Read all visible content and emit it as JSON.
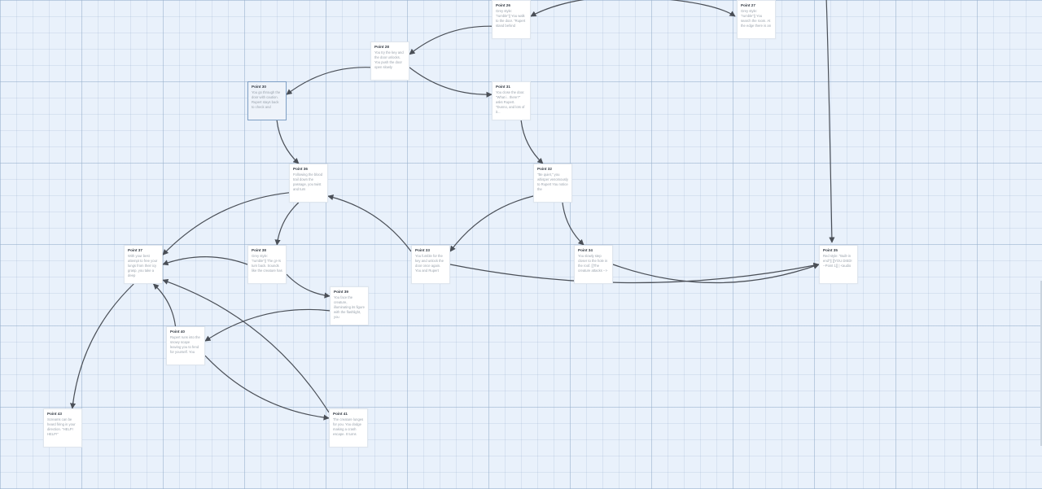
{
  "nodes": [
    {
      "id": "p26",
      "title": "Point 26",
      "text": "Grey style: \"rumble\"|| You walk to the door. \"Rupert stand behind"
    },
    {
      "id": "p27",
      "title": "Point 27",
      "text": "Grey style: \"rumble\"|| You search the room. At the edge there is an"
    },
    {
      "id": "p28",
      "title": "Point 28",
      "text": "You try the key and the door unlocks. You push the door open slowly"
    },
    {
      "id": "p30",
      "title": "Point 30",
      "text": "You go through the door with caution. Rupert stays back to check and"
    },
    {
      "id": "p31",
      "title": "Point 31",
      "text": "You close the door. \"What i.. there?\" asks Rupert. \"Dunno, and lots of it..."
    },
    {
      "id": "p32",
      "title": "Point 32",
      "text": "\"Be quiet,\" you whisper venomously to Rupert You notice the"
    },
    {
      "id": "p36",
      "title": "Point 36",
      "text": "Following the blood trail down the passage, you twist and turn"
    },
    {
      "id": "p37",
      "title": "Point 37",
      "text": "With your best attempt to free your lungs from their icy grasp, you take a deep"
    },
    {
      "id": "p38",
      "title": "Point 38",
      "text": "Grey style: \"rumble\"|| The gr-rs turn back. Sounds like the creature has"
    },
    {
      "id": "p33",
      "title": "Point 33",
      "text": "You fumble for the key and unlock the door once again. You and Rupert"
    },
    {
      "id": "p34",
      "title": "Point 34",
      "text": "You slowly step closer to the hole in the roof. [[The creature attacks -->"
    },
    {
      "id": "p35",
      "title": "Point 35",
      "text": "Red style: \"Built-in end\"|| [[YOU DIED! --Point 1]] | <audio"
    },
    {
      "id": "p39",
      "title": "Point 39",
      "text": "You face the creature, illuminating its figure with the flashlight, you"
    },
    {
      "id": "p40",
      "title": "Point 40",
      "text": "Rupert runs into the snowy scape leaving you to fend for yourself. You"
    },
    {
      "id": "p41",
      "title": "Point 41",
      "text": "The creature lunges for you. You dodge making a crash escape. It turns"
    },
    {
      "id": "p43",
      "title": "Point 43",
      "text": "Screams can be heard firing in your direction. \"HELP! HELP!\""
    }
  ],
  "edges": [
    {
      "from": "p26",
      "to": "p28"
    },
    {
      "from": "p28",
      "to": "p30"
    },
    {
      "from": "p28",
      "to": "p31"
    },
    {
      "from": "p30",
      "to": "p36"
    },
    {
      "from": "p31",
      "to": "p32"
    },
    {
      "from": "p36",
      "to": "p37"
    },
    {
      "from": "p36",
      "to": "p38"
    },
    {
      "from": "p32",
      "to": "p33"
    },
    {
      "from": "p32",
      "to": "p34"
    },
    {
      "from": "p33",
      "to": "p36"
    },
    {
      "from": "p33",
      "to": "p35"
    },
    {
      "from": "p34",
      "to": "p35"
    },
    {
      "from": "p38",
      "to": "p37"
    },
    {
      "from": "p38",
      "to": "p39"
    },
    {
      "from": "p39",
      "to": "p40"
    },
    {
      "from": "p40",
      "to": "p37"
    },
    {
      "from": "p40",
      "to": "p41"
    },
    {
      "from": "p41",
      "to": "p37"
    },
    {
      "from": "p37",
      "to": "p43"
    }
  ],
  "colors": {
    "background": "#e9f1fb",
    "edge": "#4a4f57",
    "node": "#ffffff",
    "selected": "#eef3fa"
  }
}
